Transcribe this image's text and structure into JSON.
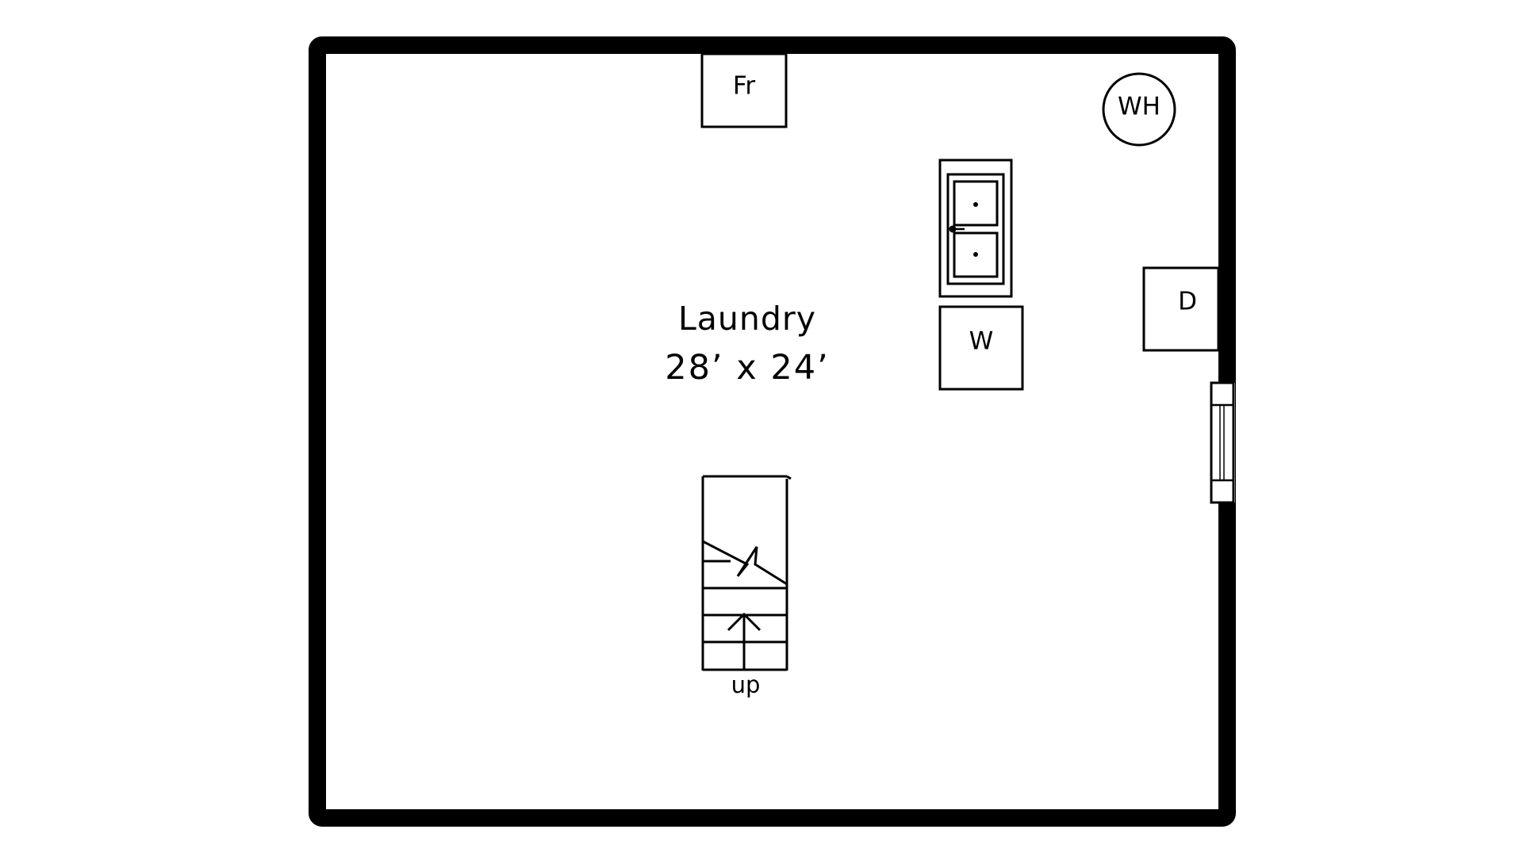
{
  "room": {
    "name": "Laundry",
    "dimensions": "28’ x 24’"
  },
  "fixtures": {
    "freezer": "Fr",
    "water_heater": "WH",
    "washer": "W",
    "dryer": "D"
  },
  "stairs": {
    "label": "up"
  }
}
